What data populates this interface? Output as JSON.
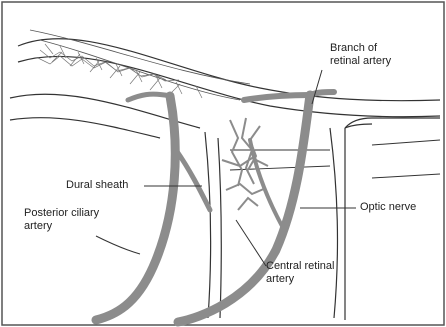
{
  "labels": {
    "branch_line1": "Branch of",
    "branch_line2": "retinal artery",
    "dural_sheath": "Dural sheath",
    "posterior_line1": "Posterior ciliary",
    "posterior_line2": "artery",
    "optic_nerve": "Optic nerve",
    "central_line1": "Central retinal",
    "central_line2": "artery"
  },
  "colors": {
    "vessel": "#8c8c8c",
    "outline": "#333333",
    "background": "#ffffff"
  }
}
